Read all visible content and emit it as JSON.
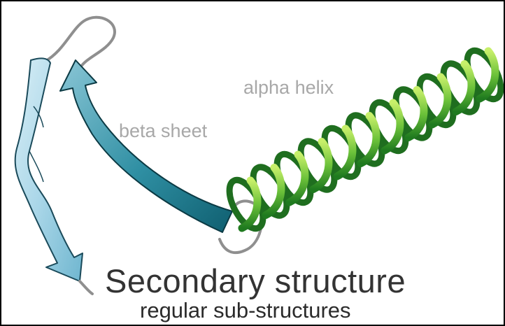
{
  "diagram": {
    "labels": {
      "alpha_helix": "alpha helix",
      "beta_sheet": "beta sheet"
    },
    "title": "Secondary structure",
    "subtitle": "regular sub-structures"
  },
  "colors": {
    "loop": "#8f8f8f",
    "strand_light": "#a9d6e8",
    "strand_dark": "#0f5f70",
    "helix_light": "#9edb3a",
    "helix_dark": "#1f7a1f",
    "label": "#a8a8a8",
    "title": "#333333"
  }
}
